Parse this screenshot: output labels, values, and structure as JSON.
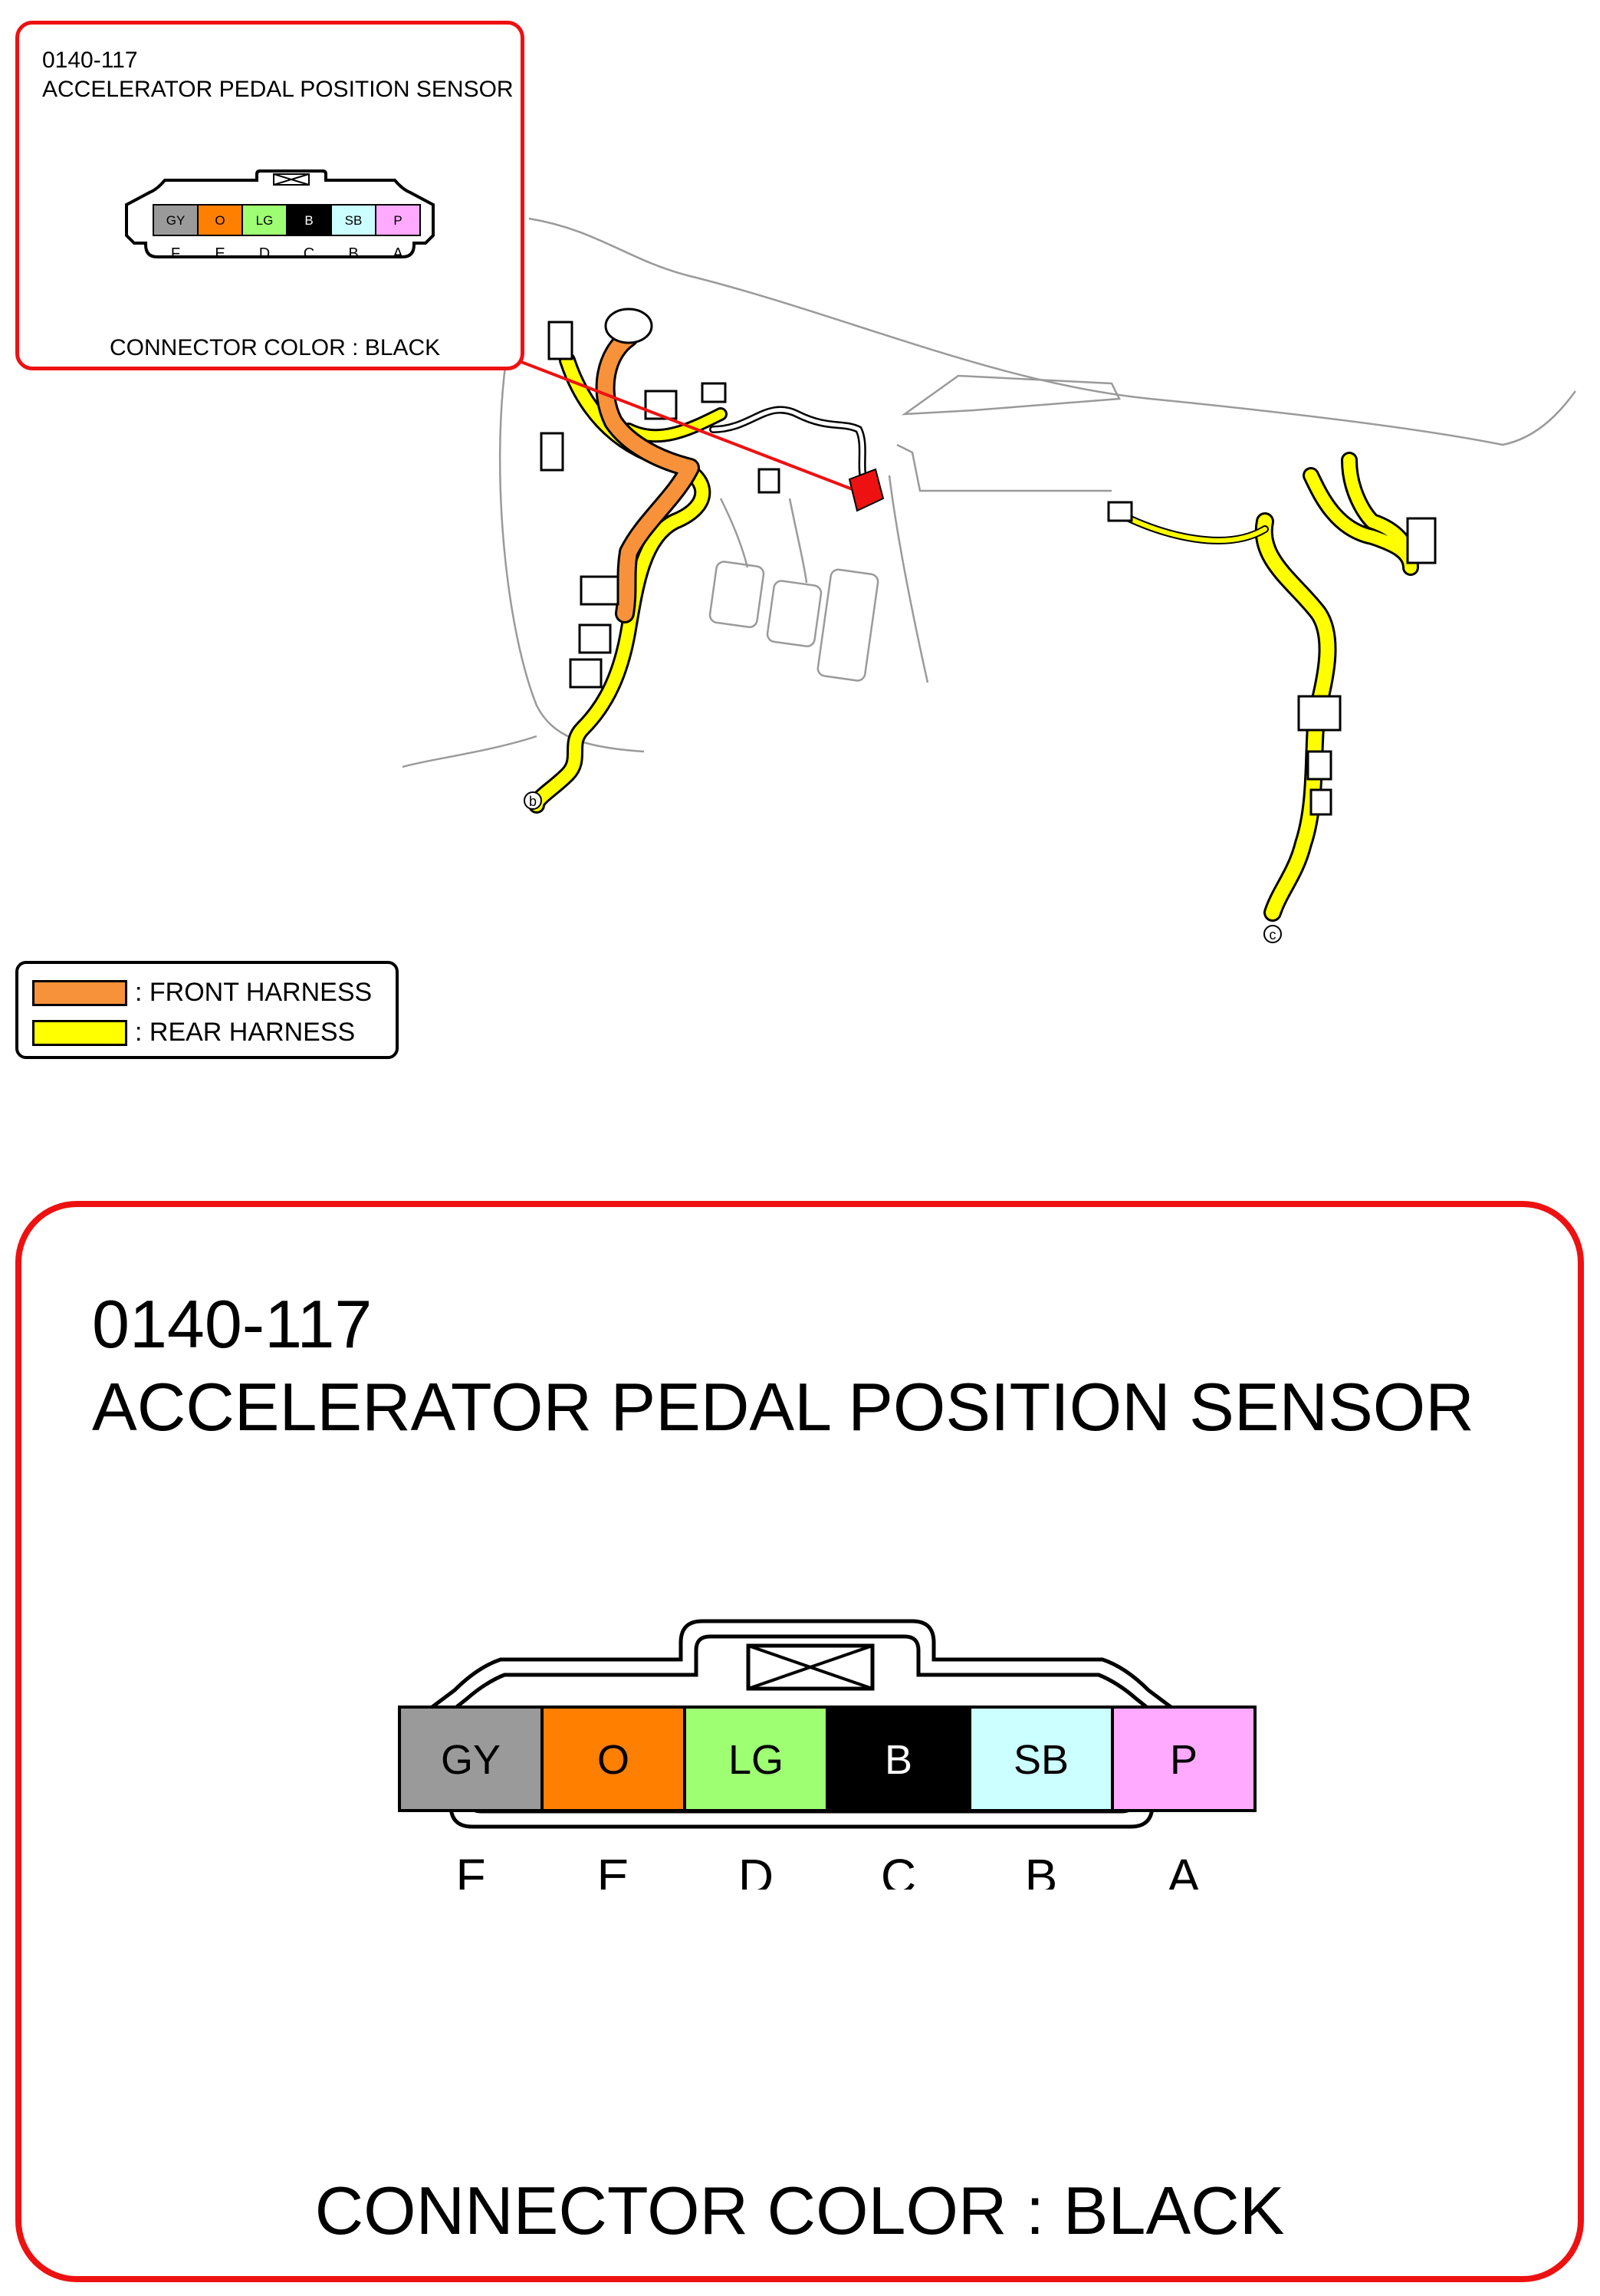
{
  "inset": {
    "code": "0140-117",
    "title": "ACCELERATOR PEDAL POSITION SENSOR",
    "connector_color": "CONNECTOR COLOR : BLACK"
  },
  "detail": {
    "code": "0140-117",
    "title": "ACCELERATOR PEDAL POSITION SENSOR",
    "connector_color": "CONNECTOR COLOR : BLACK"
  },
  "pins": [
    {
      "pin": "F",
      "wire": "GY",
      "color": "#9a9a9a",
      "text_color": "#000000"
    },
    {
      "pin": "E",
      "wire": "O",
      "color": "#ff7f00",
      "text_color": "#000000"
    },
    {
      "pin": "D",
      "wire": "LG",
      "color": "#9fff73",
      "text_color": "#000000"
    },
    {
      "pin": "C",
      "wire": "B",
      "color": "#000000",
      "text_color": "#ffffff"
    },
    {
      "pin": "B",
      "wire": "SB",
      "color": "#ccffff",
      "text_color": "#000000"
    },
    {
      "pin": "A",
      "wire": "P",
      "color": "#ffaaff",
      "text_color": "#000000"
    }
  ],
  "harness_markers": {
    "left": "b",
    "right": "c"
  },
  "legend": {
    "items": [
      {
        "label": ": FRONT HARNESS",
        "color": "#f7923a"
      },
      {
        "label": ": REAR HARNESS",
        "color": "#ffff00"
      }
    ]
  }
}
